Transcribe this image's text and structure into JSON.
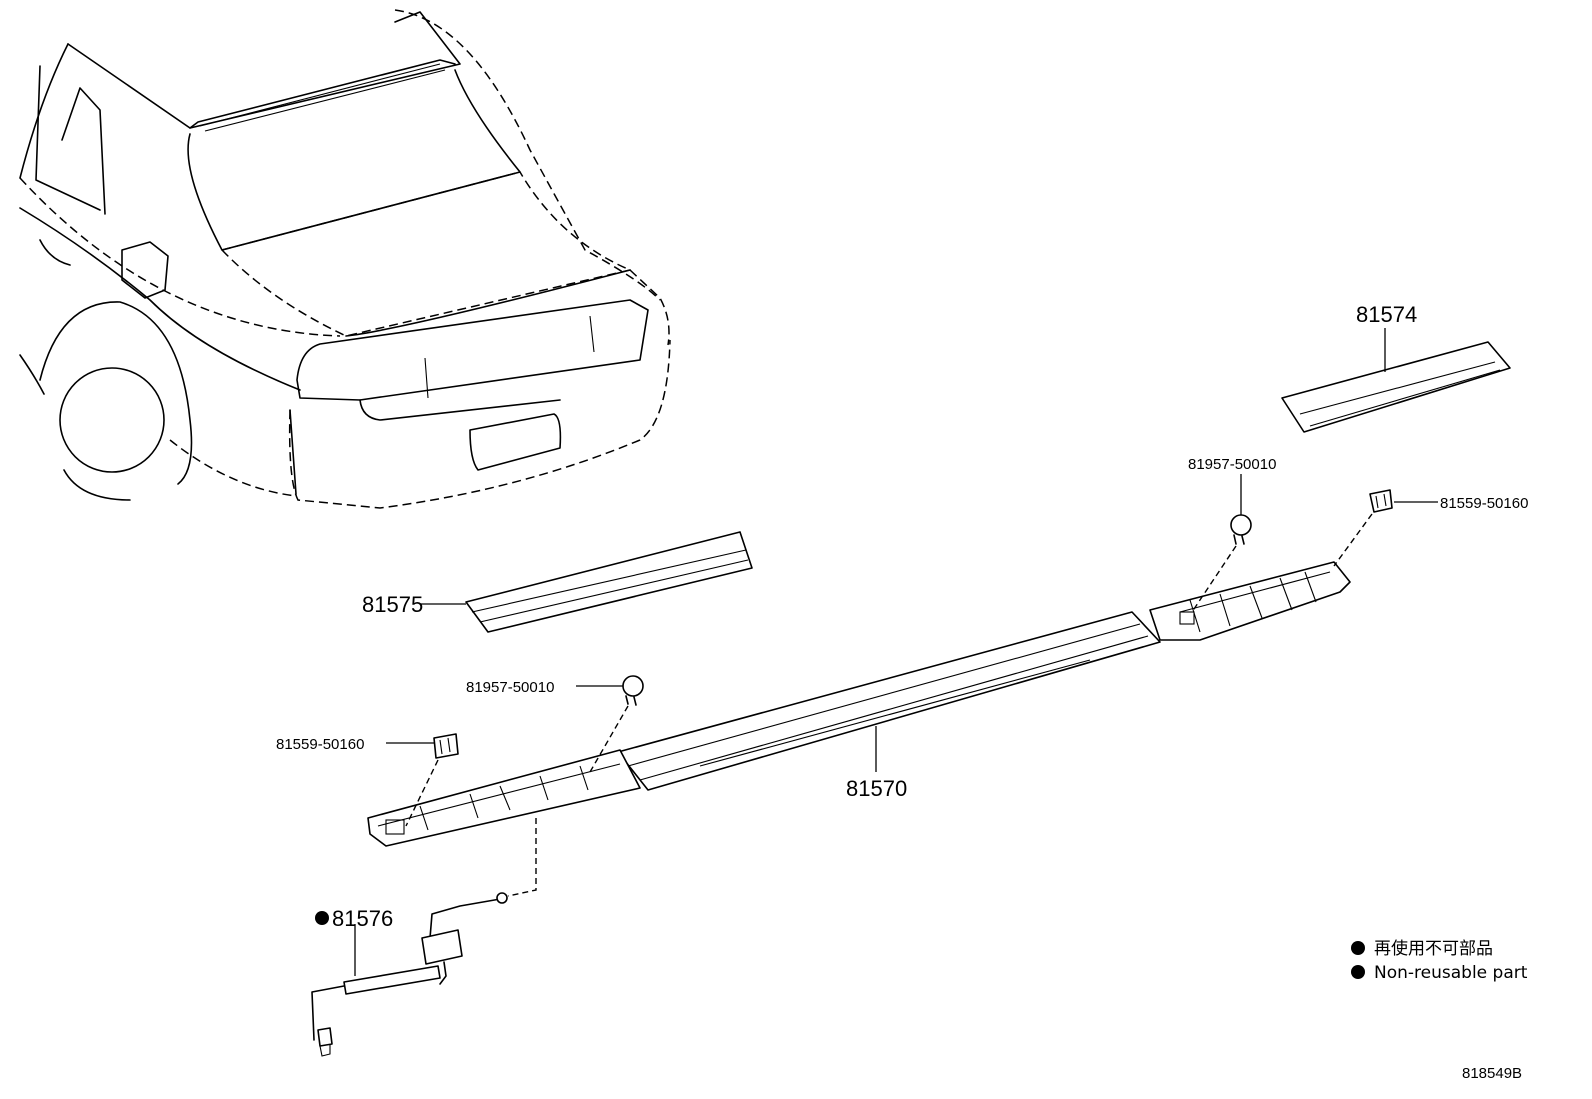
{
  "parts": {
    "p81574": "81574",
    "p81575": "81575",
    "p81570": "81570",
    "p81576": "81576",
    "clip_right": "81957-50010",
    "clip_left": "81957-50010",
    "cap_right": "81559-50160",
    "cap_left": "81559-50160"
  },
  "legend": {
    "line_ja": "再使用不可部品",
    "line_en": "Non-reusable part"
  },
  "diagram_code": "818549B",
  "icons": {
    "non_reusable_marker": "filled-circle-icon"
  }
}
